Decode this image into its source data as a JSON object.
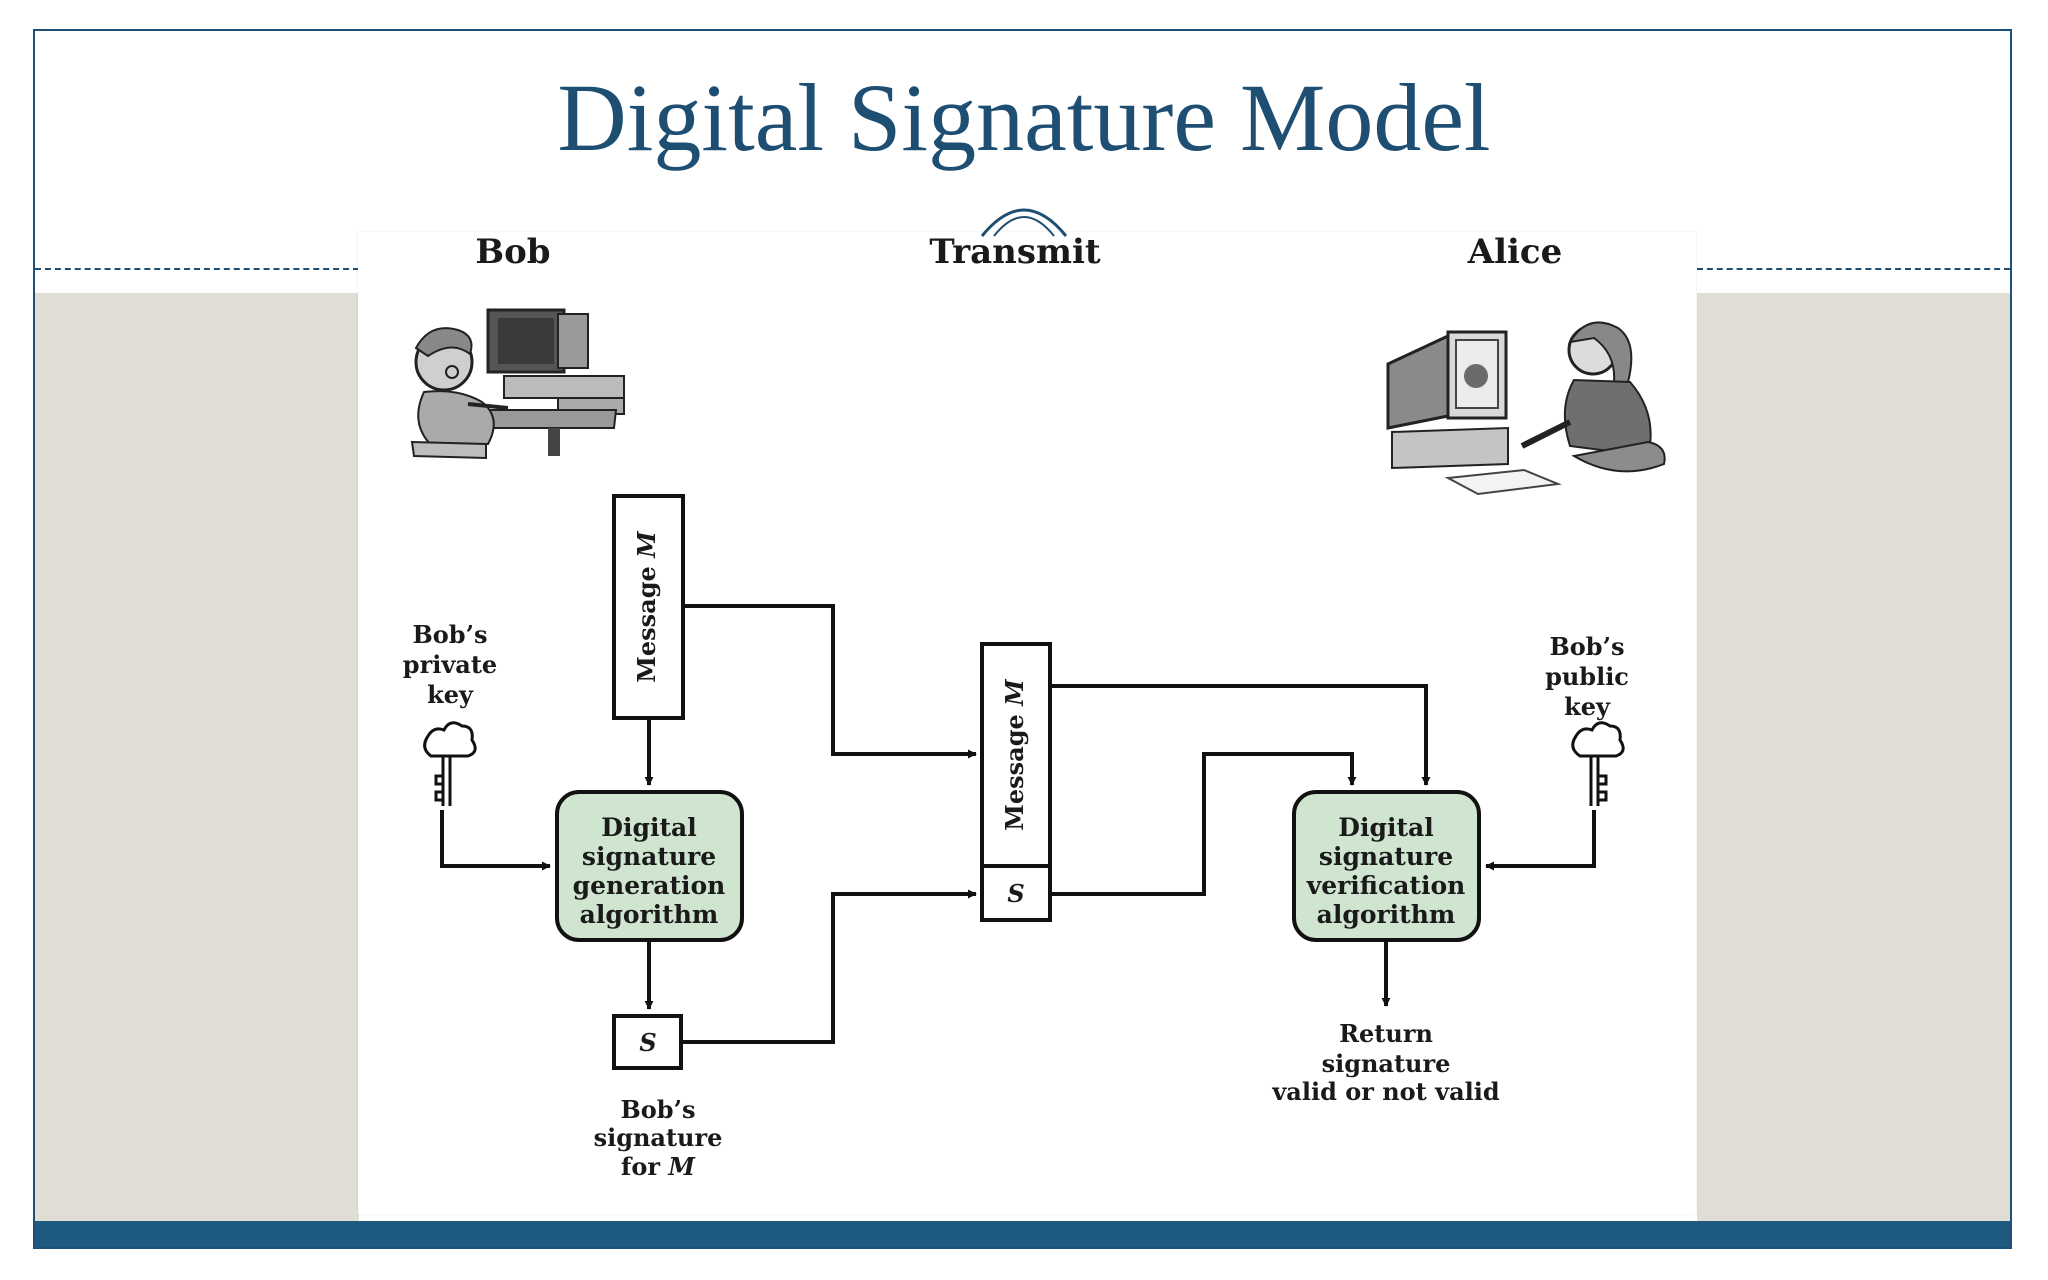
{
  "slide": {
    "title": "Digital Signature Model"
  },
  "columns": {
    "left": "Bob",
    "middle": "Transmit",
    "right": "Alice"
  },
  "diagram": {
    "bob_private_key": [
      "Bob’s",
      "private",
      "key"
    ],
    "bob_public_key": [
      "Bob’s",
      "public",
      "key"
    ],
    "message_label": "Message",
    "message_var": "M",
    "signature_var": "S",
    "generation_box": [
      "Digital",
      "signature",
      "generation",
      "algorithm"
    ],
    "verification_box": [
      "Digital",
      "signature",
      "verification",
      "algorithm"
    ],
    "bob_signature_caption": [
      "Bob’s",
      "signature"
    ],
    "bob_signature_for": "for",
    "bob_signature_for_var": "M",
    "return_caption": [
      "Return",
      "signature",
      "valid or not valid"
    ]
  },
  "colors": {
    "title": "#1e4f73",
    "algorithm_box_fill": "#cfe5d0",
    "band": "#e0ddd4",
    "footer": "#1e5a80"
  },
  "icons": {
    "bob": "person-at-computer-illustration",
    "alice": "person-at-computer-illustration",
    "keys": "key-icon"
  }
}
